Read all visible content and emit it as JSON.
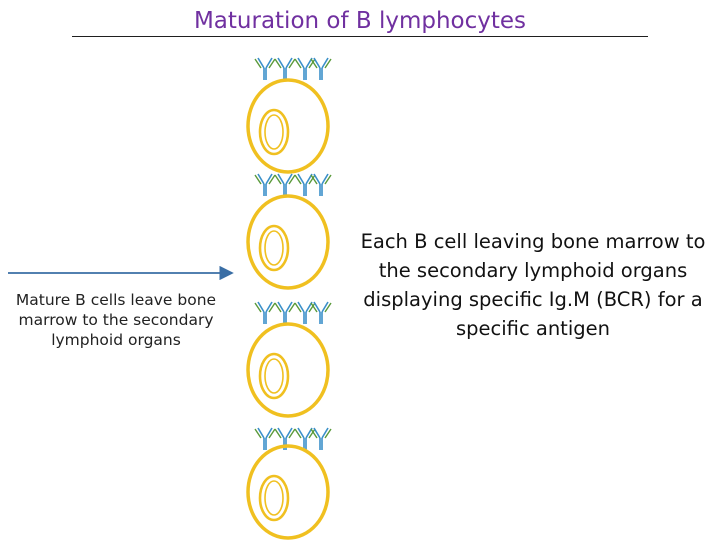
{
  "title": "Maturation of B lymphocytes",
  "left_caption": "Mature B cells leave  bone marrow to the secondary lymphoid organs",
  "right_caption": "Each B cell leaving bone marrow to the secondary  lymphoid organs displaying specific  Ig.M  (BCR) for a specific antigen",
  "colors": {
    "title": "#7030a0",
    "cell_membrane": "#f0c020",
    "antibody_heavy": "#3a8fc9",
    "antibody_light": "#5a9a3a",
    "arrow": "#3a6ea5"
  },
  "cells": [
    {
      "name": "b-cell-1"
    },
    {
      "name": "b-cell-2"
    },
    {
      "name": "b-cell-3"
    },
    {
      "name": "b-cell-4"
    }
  ]
}
